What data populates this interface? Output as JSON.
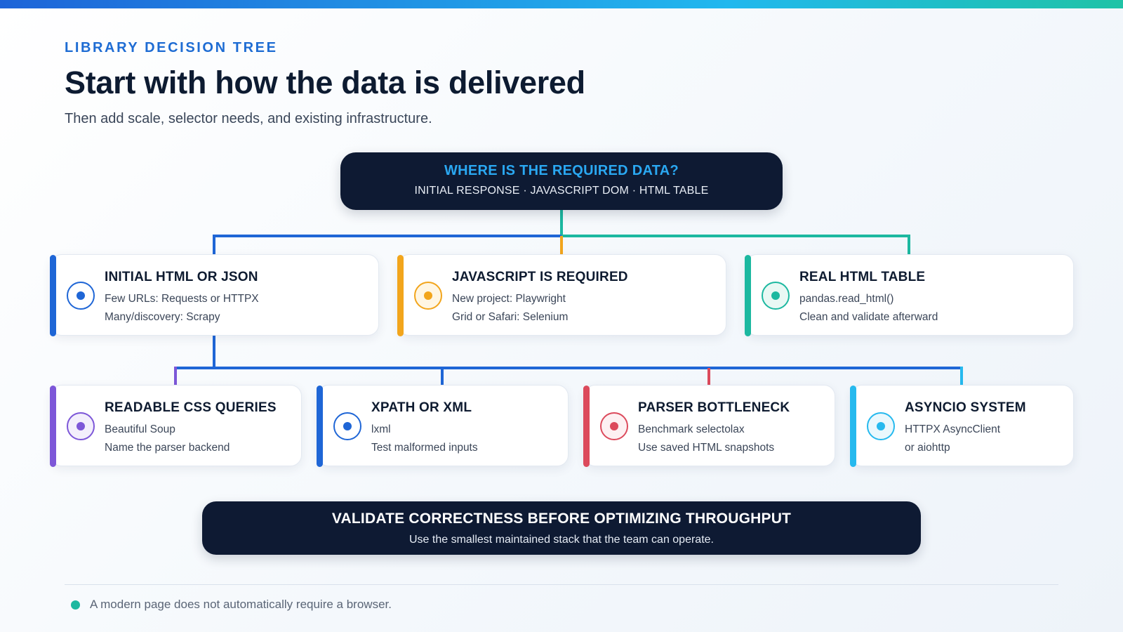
{
  "header": {
    "eyebrow": "LIBRARY DECISION TREE",
    "title": "Start with how the data is delivered",
    "subtitle": "Then add scale, selector needs, and existing infrastructure."
  },
  "root": {
    "title": "WHERE IS THE REQUIRED DATA?",
    "subtitle": "INITIAL RESPONSE · JAVASCRIPT DOM · HTML TABLE"
  },
  "level1": [
    {
      "title": "INITIAL HTML OR JSON",
      "line1": "Few URLs: Requests or HTTPX",
      "line2": "Many/discovery: Scrapy",
      "color": "#1f66d6"
    },
    {
      "title": "JAVASCRIPT IS REQUIRED",
      "line1": "New project: Playwright",
      "line2": "Grid or Safari: Selenium",
      "color": "#f2a51c"
    },
    {
      "title": "REAL HTML TABLE",
      "line1": "pandas.read_html()",
      "line2": "Clean and validate afterward",
      "color": "#1cb8a0"
    }
  ],
  "level2": [
    {
      "title": "READABLE CSS QUERIES",
      "line1": "Beautiful Soup",
      "line2": "Name the parser backend",
      "color": "#7d57d8"
    },
    {
      "title": "XPATH OR XML",
      "line1": "lxml",
      "line2": "Test malformed inputs",
      "color": "#1f66d6"
    },
    {
      "title": "PARSER BOTTLENECK",
      "line1": "Benchmark selectolax",
      "line2": "Use saved HTML snapshots",
      "color": "#dc4a5c"
    },
    {
      "title": "ASYNCIO SYSTEM",
      "line1": "HTTPX AsyncClient",
      "line2": "or aiohttp",
      "color": "#26b9ee"
    }
  ],
  "conclusion": {
    "title": "VALIDATE CORRECTNESS BEFORE OPTIMIZING THROUGHPUT",
    "subtitle": "Use the smallest maintained stack that the team can operate."
  },
  "footnote": {
    "text": "A modern page does not automatically require a browser.",
    "dot_color": "#1cb8a0"
  },
  "colors": {
    "accent_blue": "#1e6cd3",
    "navy": "#0e1a33",
    "root_title": "#2aa8f2"
  }
}
